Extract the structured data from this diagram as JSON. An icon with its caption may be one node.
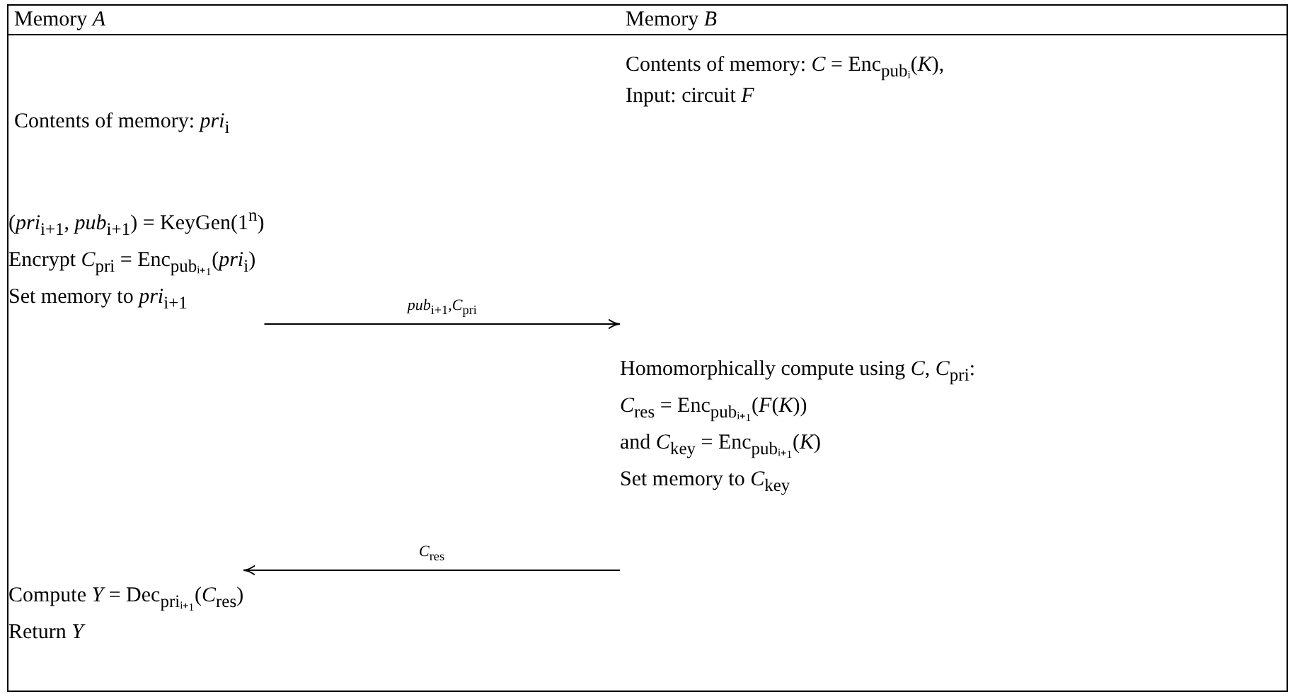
{
  "diagram": {
    "nodes": [
      {
        "text": [
          "(*pri*$_{i+1}$, *pub*$_{i+1}$) = KeyGen(1$^{n}$)",
          "Encrypt *C*$_{pri}$ = Enc$_{pubᵢ₊₁}$(*pri*$_{i}$)",
          "Set memory to *pri*$_{i+1}$"
        ]
      },
      {
        "text": [
          "Homomorphically compute using *C*, *C*$_{pri}$:",
          "*C*$_{res}$ = Enc$_{pubᵢ₊₁}$(*F*(*K*))",
          "and *C*$_{key}$ = Enc$_{pubᵢ₊₁}$(*K*)",
          "Set memory to *C*$_{key}$"
        ]
      },
      {
        "text": [
          "Compute *Y* = Dec$_{priᵢ₊₁}$(*C*$_{res}$)",
          "Return *Y*"
        ]
      }
    ],
    "edges": [
      {
        "from": 0,
        "to": 1,
        "arrow": "to",
        "label": "*pub*$_{i+1}$,*C*$_{pri}$"
      },
      {
        "from": 1,
        "to": 2,
        "arrow": "to",
        "label": "*C*$_{res}$"
      }
    ],
    "labels": [
      "Memory *A*",
      "Memory *B*",
      "Contents of memory: *C* = Enc$_{pubᵢ}$(*K*),",
      "Contents of memory: *pri*$_{i}$",
      "Input: circuit *F*"
    ]
  }
}
